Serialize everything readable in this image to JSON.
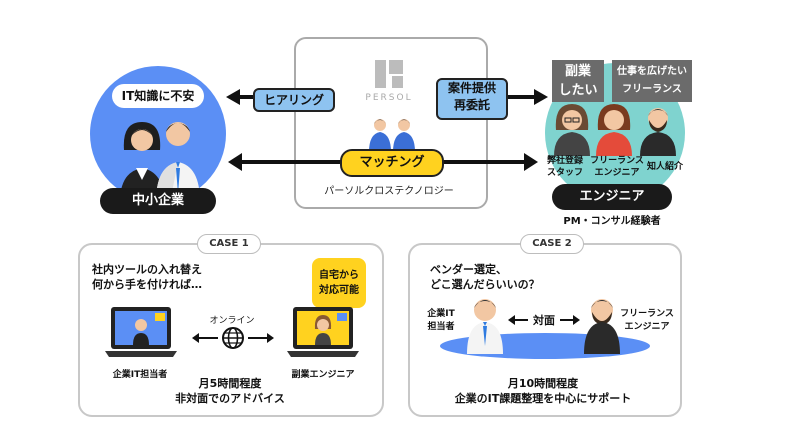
{
  "client": {
    "bubble": "IT知識に不安",
    "label": "中小企業"
  },
  "arrows": {
    "hearing": "ヒアリング",
    "proposal": "案件提供\n再委託",
    "matching": "マッチング"
  },
  "center": {
    "logo_text": "PERSOL",
    "caption": "パーソルクロステクノロジー"
  },
  "engineer": {
    "tag_side": "副業\nしたい",
    "tag_free": "仕事を広げたい\nフリーランス",
    "p1": "弊社登録\nスタッフ",
    "p2": "フリーランス\nエンジニア",
    "p3": "知人紹介",
    "label": "エンジニア",
    "sub": "PM・コンサル経験者"
  },
  "case1": {
    "tag": "CASE 1",
    "heading": "社内ツールの入れ替え\n何から手を付ければ…",
    "badge": "自宅から\n対応可能",
    "online": "オンライン",
    "left_label": "企業IT担当者",
    "right_label": "副業エンジニア",
    "footer": "月5時間程度\n非対面でのアドバイス"
  },
  "case2": {
    "tag": "CASE 2",
    "heading": "ベンダー選定、\nどこ選んだらいいの？",
    "left_label": "企業IT\n担当者",
    "middle": "対面",
    "right_label": "フリーランス\nエンジニア",
    "footer": "月10時間程度\n企業のIT課題整理を中心にサポート"
  },
  "colors": {
    "blue_circle": "#5b8ff5",
    "teal_circle": "#7fd3cf",
    "yellow": "#ffd21f",
    "pill_blue": "#8ec3f0"
  }
}
